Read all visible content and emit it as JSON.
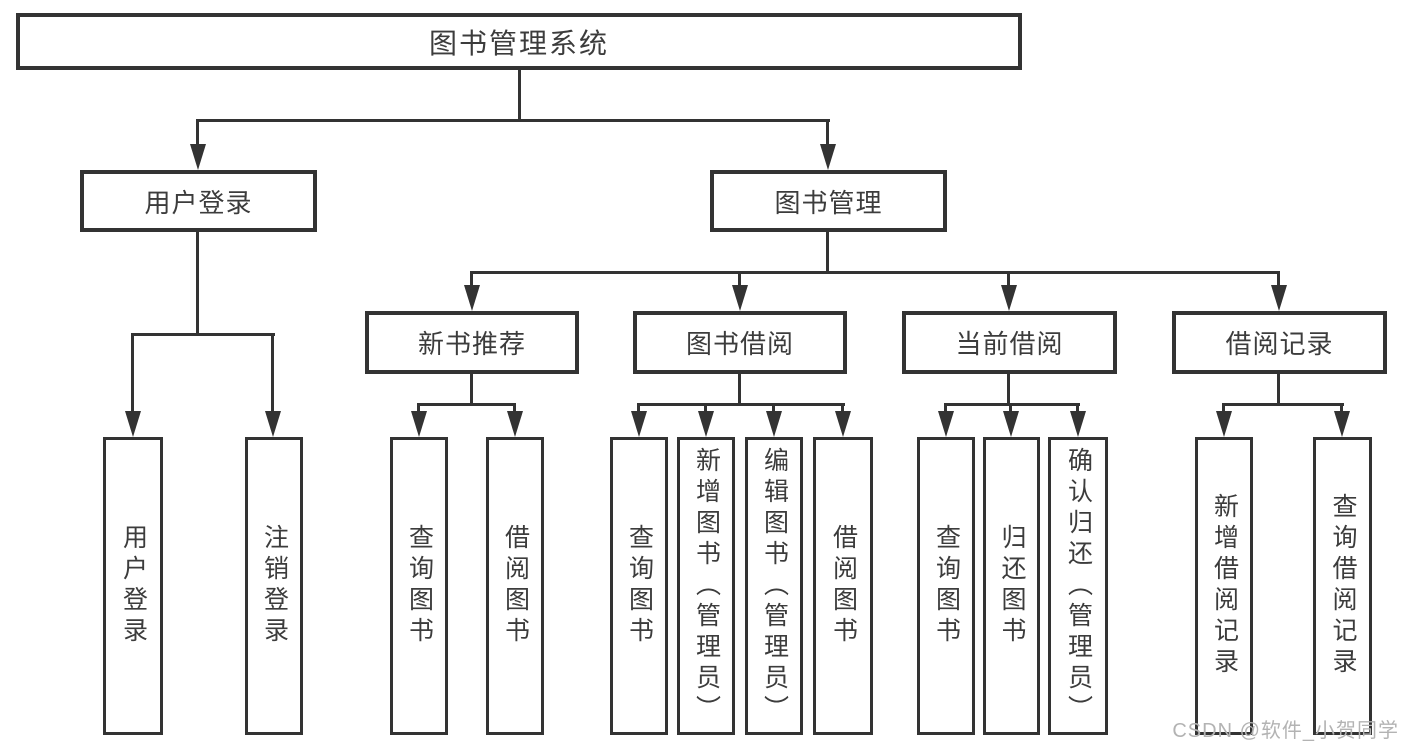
{
  "tree": {
    "label": "图书管理系统",
    "children": [
      {
        "label": "用户登录",
        "children": [
          {
            "label": "用户登录"
          },
          {
            "label": "注销登录"
          }
        ]
      },
      {
        "label": "图书管理",
        "children": [
          {
            "label": "新书推荐",
            "children": [
              {
                "label": "查询图书"
              },
              {
                "label": "借阅图书"
              }
            ]
          },
          {
            "label": "图书借阅",
            "children": [
              {
                "label": "查询图书"
              },
              {
                "label": "新增图书（管理员）"
              },
              {
                "label": "编辑图书（管理员）"
              },
              {
                "label": "借阅图书"
              }
            ]
          },
          {
            "label": "当前借阅",
            "children": [
              {
                "label": "查询图书"
              },
              {
                "label": "归还图书"
              },
              {
                "label": "确认归还（管理员）"
              }
            ]
          },
          {
            "label": "借阅记录",
            "children": [
              {
                "label": "新增借阅记录"
              },
              {
                "label": "查询借阅记录"
              }
            ]
          }
        ]
      }
    ]
  },
  "watermark": "CSDN @软件_小贺同学",
  "colors": {
    "line": "#333333",
    "box_border": "#333333",
    "box_fill": "#ffffff",
    "text": "#3c3c3c",
    "watermark_text": "#b3b3b3"
  }
}
